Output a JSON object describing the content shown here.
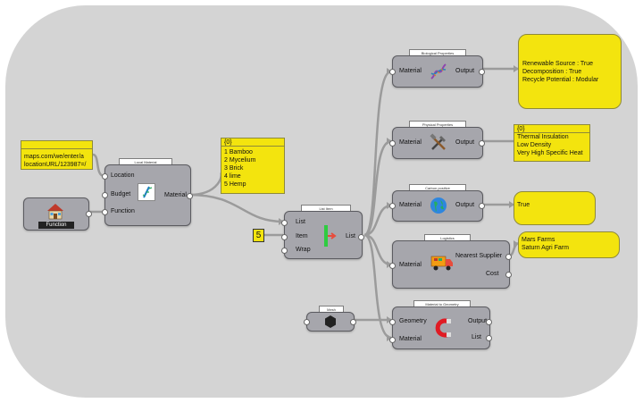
{
  "nodes": {
    "local_material": {
      "title": "Local Material",
      "inputs": [
        "Location",
        "Budget",
        "Function"
      ],
      "output": "Material"
    },
    "list_item": {
      "title": "List Item",
      "inputs": [
        "List",
        "Item",
        "Wrap"
      ],
      "output": "List"
    },
    "bio": {
      "title": "Biological Properties",
      "input": "Material",
      "output": "Output"
    },
    "phys": {
      "title": "Physical Properties",
      "input": "Material",
      "output": "Output"
    },
    "carbon": {
      "title": "Carbon positive",
      "input": "Material",
      "output": "Output"
    },
    "logistics": {
      "title": "Logistics",
      "input": "Material",
      "outputs": [
        "Nearest Supplier",
        "Cost"
      ]
    },
    "geometry": {
      "title": "Material to Geometry",
      "inputs": [
        "Geometry",
        "Material"
      ],
      "outputs": [
        "Output",
        "List"
      ]
    },
    "mesh": {
      "title": "Mesh"
    },
    "function": {
      "label": "Function"
    }
  },
  "panels": {
    "location_url": [
      "maps.com/we/enter/a",
      "locationURL/123987=/"
    ],
    "materials": {
      "header": "{0}",
      "items": [
        "1 Bamboo",
        "2 Mycelium",
        "3 Brick",
        "4 lime",
        "5 Hemp"
      ]
    },
    "item_index": "5",
    "bio_out": [
      "Renewable Source : True",
      "Decomposition : True",
      "Recycle Potential : Modular"
    ],
    "phys_out": {
      "header": "{0}",
      "items": [
        "Thermal Insulation",
        "Low Density",
        "Very High Specific Heat"
      ]
    },
    "carbon_out": "True",
    "suppliers": [
      "Mars Farms",
      "Saturn Agri Farm"
    ]
  },
  "colors": {
    "canvas": "#d4d4d4",
    "node": "#a6a6ac",
    "panel": "#f3e40e",
    "wire": "#9b9b9b"
  },
  "icons": {
    "local_material": "bamboo-icon",
    "list_item": "list-item-icon",
    "bio": "dna-icon",
    "phys": "tools-icon",
    "carbon": "globe-icon",
    "logistics": "truck-icon",
    "geometry": "magnet-icon",
    "mesh": "hexagon-icon",
    "function": "house-icon"
  }
}
